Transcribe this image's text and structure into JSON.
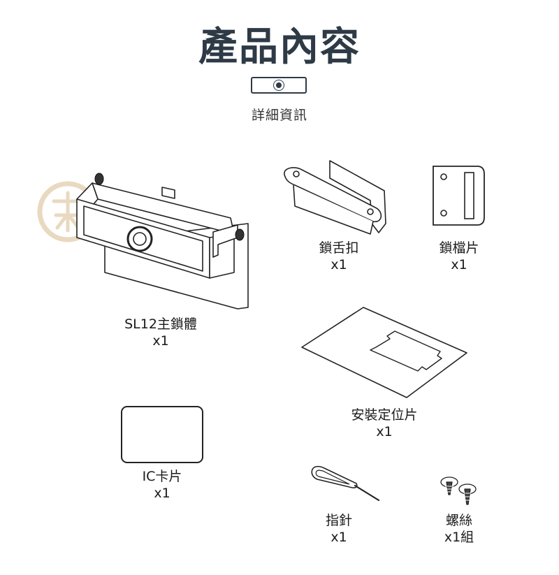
{
  "page": {
    "title": "產品內容",
    "subtitle": "詳細資訊"
  },
  "items": [
    {
      "name": "SL12主鎖體",
      "qty": "x1",
      "icon": "lock-body-illustration"
    },
    {
      "name": "鎖舌扣",
      "qty": "x1",
      "icon": "lock-bracket-illustration"
    },
    {
      "name": "鎖檔片",
      "qty": "x1",
      "icon": "strike-plate-illustration"
    },
    {
      "name": "安裝定位片",
      "qty": "x1",
      "icon": "template-sheet-illustration"
    },
    {
      "name": "IC卡片",
      "qty": "x1",
      "icon": "ic-card-illustration"
    },
    {
      "name": "指針",
      "qty": "x1",
      "icon": "eject-pin-illustration"
    },
    {
      "name": "螺絲",
      "qty": "x1組",
      "icon": "screws-illustration"
    }
  ],
  "colors": {
    "title": "#2e3a46",
    "line_art": "#222222",
    "fill": "#ffffff",
    "watermark": "#e9d9c0"
  }
}
